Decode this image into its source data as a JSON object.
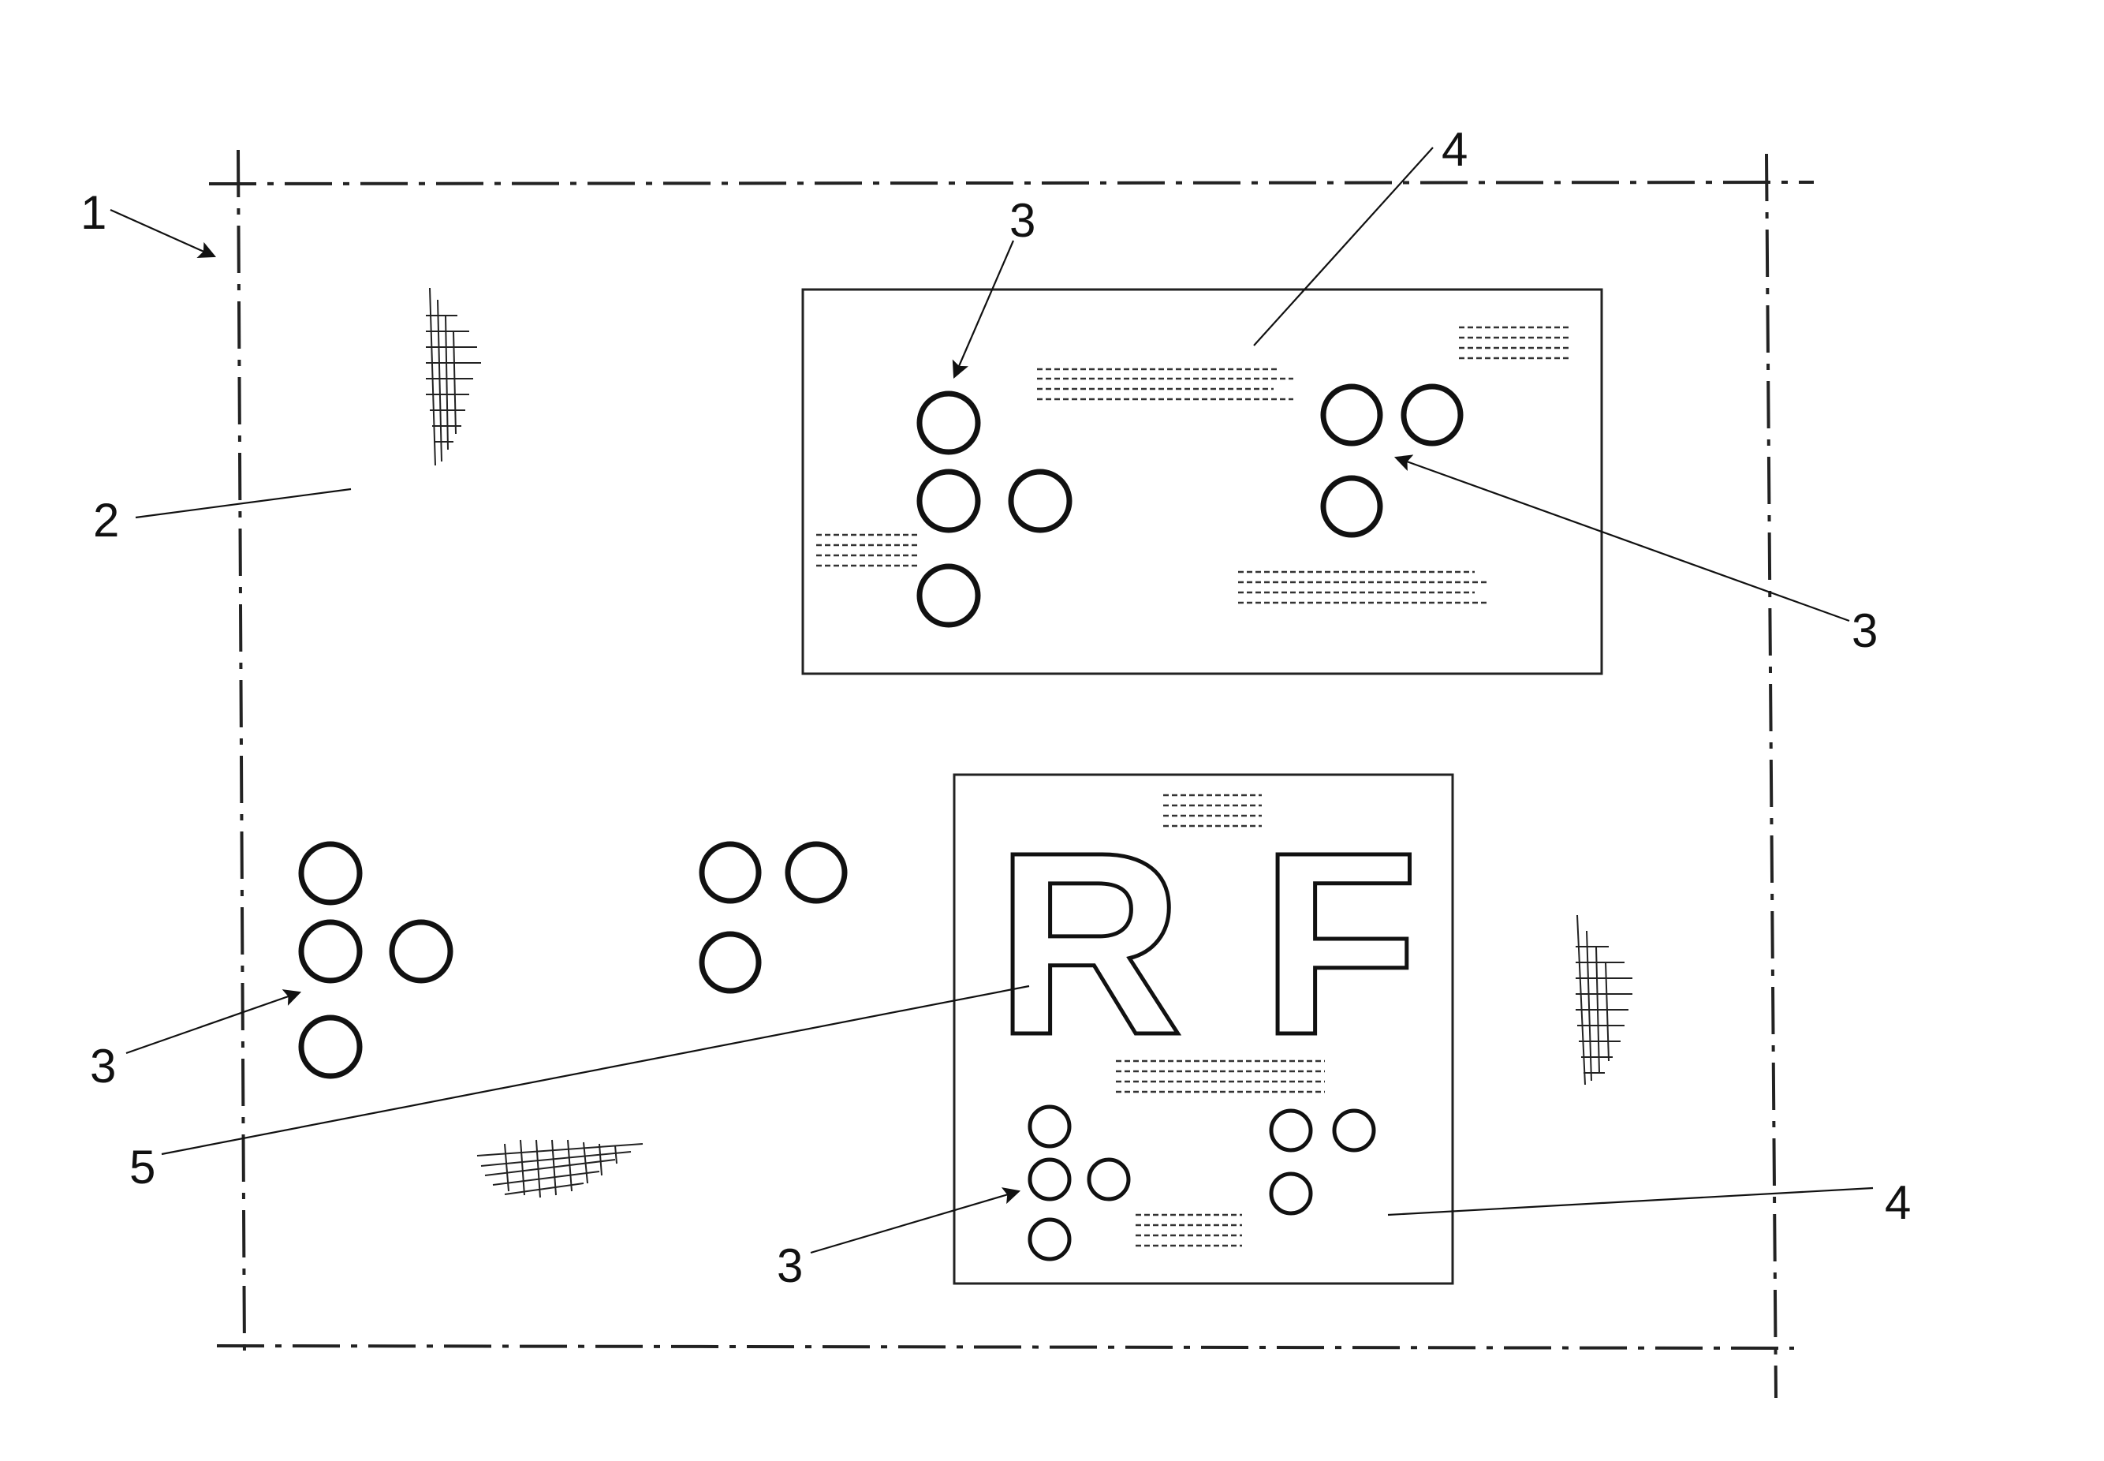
{
  "figure": {
    "labels": {
      "label_1": "1",
      "label_2": "2",
      "label_3_top": "3",
      "label_4_top": "4",
      "label_3_right": "3",
      "label_3_left": "3",
      "label_5": "5",
      "label_3_bottom": "3",
      "label_4_bottom": "4"
    },
    "letters": {
      "r": "R",
      "f": "F"
    }
  }
}
